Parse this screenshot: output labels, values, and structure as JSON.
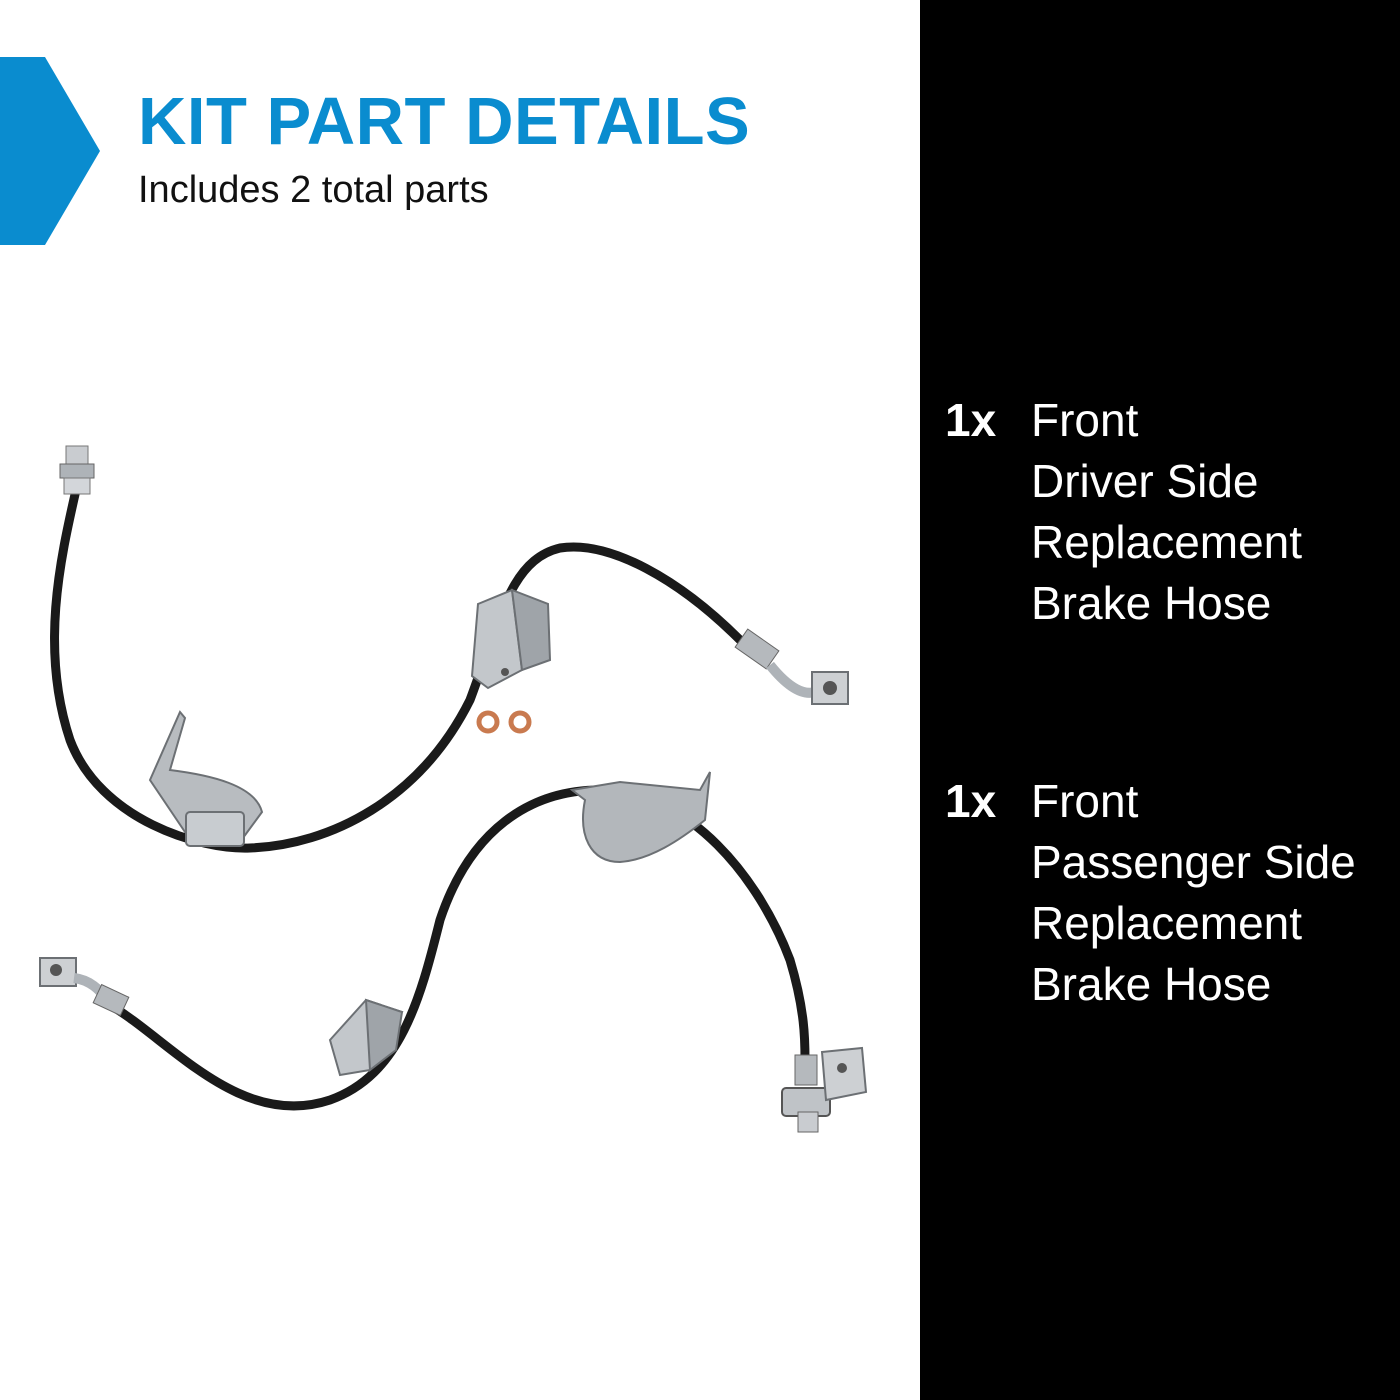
{
  "colors": {
    "accent": "#0a8ccf",
    "right_panel": "#000000",
    "background": "#ffffff"
  },
  "header": {
    "title": "KIT PART DETAILS",
    "subtitle": "Includes 2 total parts"
  },
  "product_image": {
    "icon": "brake-hose-pair-illustration"
  },
  "parts": [
    {
      "qty": "1x",
      "lines": [
        "Front",
        "Driver Side",
        "Replacement",
        "Brake Hose"
      ]
    },
    {
      "qty": "1x",
      "lines": [
        "Front",
        "Passenger Side",
        "Replacement",
        "Brake Hose"
      ]
    }
  ]
}
